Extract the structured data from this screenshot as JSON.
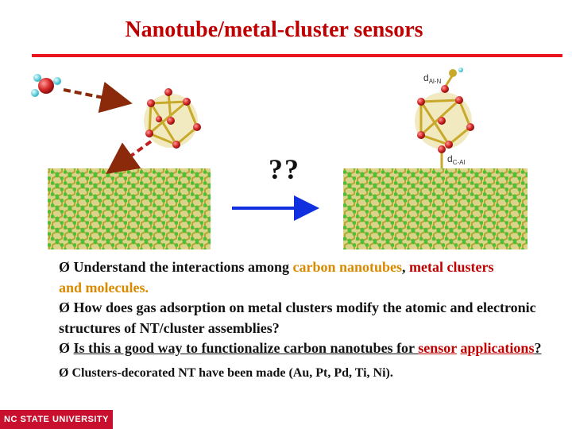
{
  "title": "Nanotube/metal-cluster sensors",
  "question_marks": "??",
  "labels": {
    "d_al_n": "d",
    "d_al_n_sub": "Al-N",
    "d_c_al": "d",
    "d_c_al_sub": "C-Al"
  },
  "bullets": {
    "b1_prefix": "Ø Understand the interactions among ",
    "b1_cnt": "carbon nanotubes",
    "b1_comma": ", ",
    "b1_mc": "metal clusters",
    "b1_and": " and ",
    "b1_mol": "molecules",
    "b1_end": ".",
    "b2": "Ø How does gas adsorption on metal clusters modify the atomic and electronic structures of NT/cluster assemblies?",
    "b3_prefix": "Ø ",
    "b3_text": "Is this a good way to functionalize carbon nanotubes for ",
    "b3_sensor": "sensor",
    "b3_space": " ",
    "b3_app": "applications",
    "b3_q": "?",
    "b4": "Ø Clusters-decorated NT have been made (Au, Pt, Pd, Ti, Ni)."
  },
  "footer": "NC STATE UNIVERSITY",
  "colors": {
    "title": "#c00000",
    "rule": "#e8141e",
    "highlight_orange": "#d98a00",
    "highlight_red": "#c00000",
    "arrow": "#1030e0"
  }
}
